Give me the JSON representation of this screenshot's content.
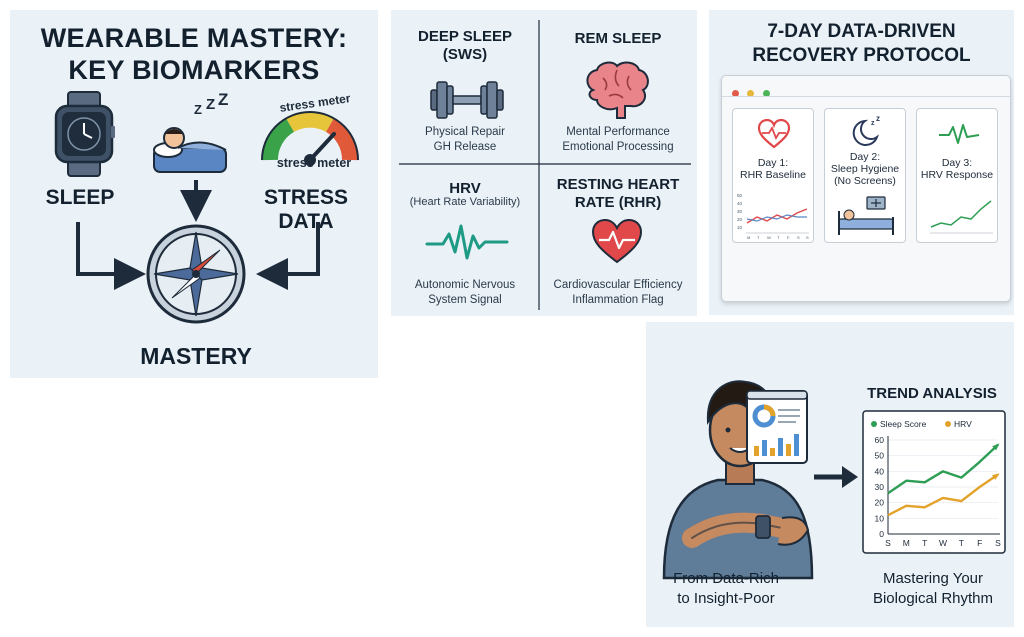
{
  "biomarkers": {
    "title_line1": "WEARABLE MASTERY:",
    "title_line2": "KEY BIOMARKERS",
    "sleep_label": "SLEEP",
    "stress_label": "STRESS DATA",
    "gauge_label_top": "stress meter",
    "gauge_label_bottom": "stress meter",
    "zzz": "Z Z Z",
    "center_label": "MASTERY",
    "icons": [
      "watch-icon",
      "sleeping-person-icon",
      "stress-gauge-icon",
      "compass-icon"
    ]
  },
  "metrics": {
    "deep_sleep": {
      "title_line1": "DEEP SLEEP",
      "title_line2": "(SWS)",
      "desc_line1": "Physical Repair",
      "desc_line2": "GH Release"
    },
    "rem_sleep": {
      "title": "REM SLEEP",
      "desc_line1": "Mental Performance",
      "desc_line2": "Emotional Processing"
    },
    "hrv": {
      "title": "HRV",
      "subtitle": "(Heart Rate Variability)",
      "desc_line1": "Autonomic Nervous",
      "desc_line2": "System Signal"
    },
    "rhr": {
      "title_line1": "RESTING HEART",
      "title_line2": "RATE (RHR)",
      "desc_line1": "Cardiovascular Efficiency",
      "desc_line2": "Inflammation Flag"
    },
    "colors": {
      "heart": "#e0484a",
      "pulse": "#1e9a85",
      "brain": "#e8848a"
    }
  },
  "protocol": {
    "title_line1": "7-DAY DATA-DRIVEN",
    "title_line2": "RECOVERY PROTOCOL",
    "cards": [
      {
        "line1": "Day 1:",
        "line2": "RHR Baseline",
        "line3": ""
      },
      {
        "line1": "Day 2:",
        "line2": "Sleep Hygiene",
        "line3": "(No Screens)"
      },
      {
        "line1": "Day 3:",
        "line2": "HRV Response",
        "line3": ""
      }
    ],
    "mini_y_ticks": [
      "50",
      "40",
      "30",
      "20",
      "10"
    ],
    "mini_x_ticks": [
      "M",
      "T",
      "W",
      "T",
      "F",
      "S",
      "S"
    ]
  },
  "trend": {
    "title": "TREND ANALYSIS",
    "caption_left_line1": "From Data-Rich",
    "caption_left_line2": "to Insight-Poor",
    "caption_right_line1": "Mastering Your",
    "caption_right_line2": "Biological Rhythm",
    "colors": {
      "sleep": "#2e9e55",
      "hrv": "#e3a22a"
    }
  },
  "chart_data": {
    "type": "line",
    "title": "TREND ANALYSIS",
    "categories": [
      "S",
      "M",
      "T",
      "W",
      "T",
      "F",
      "S"
    ],
    "ylim": [
      0,
      60
    ],
    "y_ticks": [
      0,
      10,
      20,
      30,
      40,
      50,
      60
    ],
    "series": [
      {
        "name": "Sleep Score",
        "color": "#2e9e55",
        "values": [
          26,
          34,
          33,
          40,
          36,
          46,
          57
        ]
      },
      {
        "name": "HRV",
        "color": "#e3a22a",
        "values": [
          12,
          18,
          17,
          23,
          21,
          30,
          38
        ]
      }
    ],
    "legend": "top"
  }
}
